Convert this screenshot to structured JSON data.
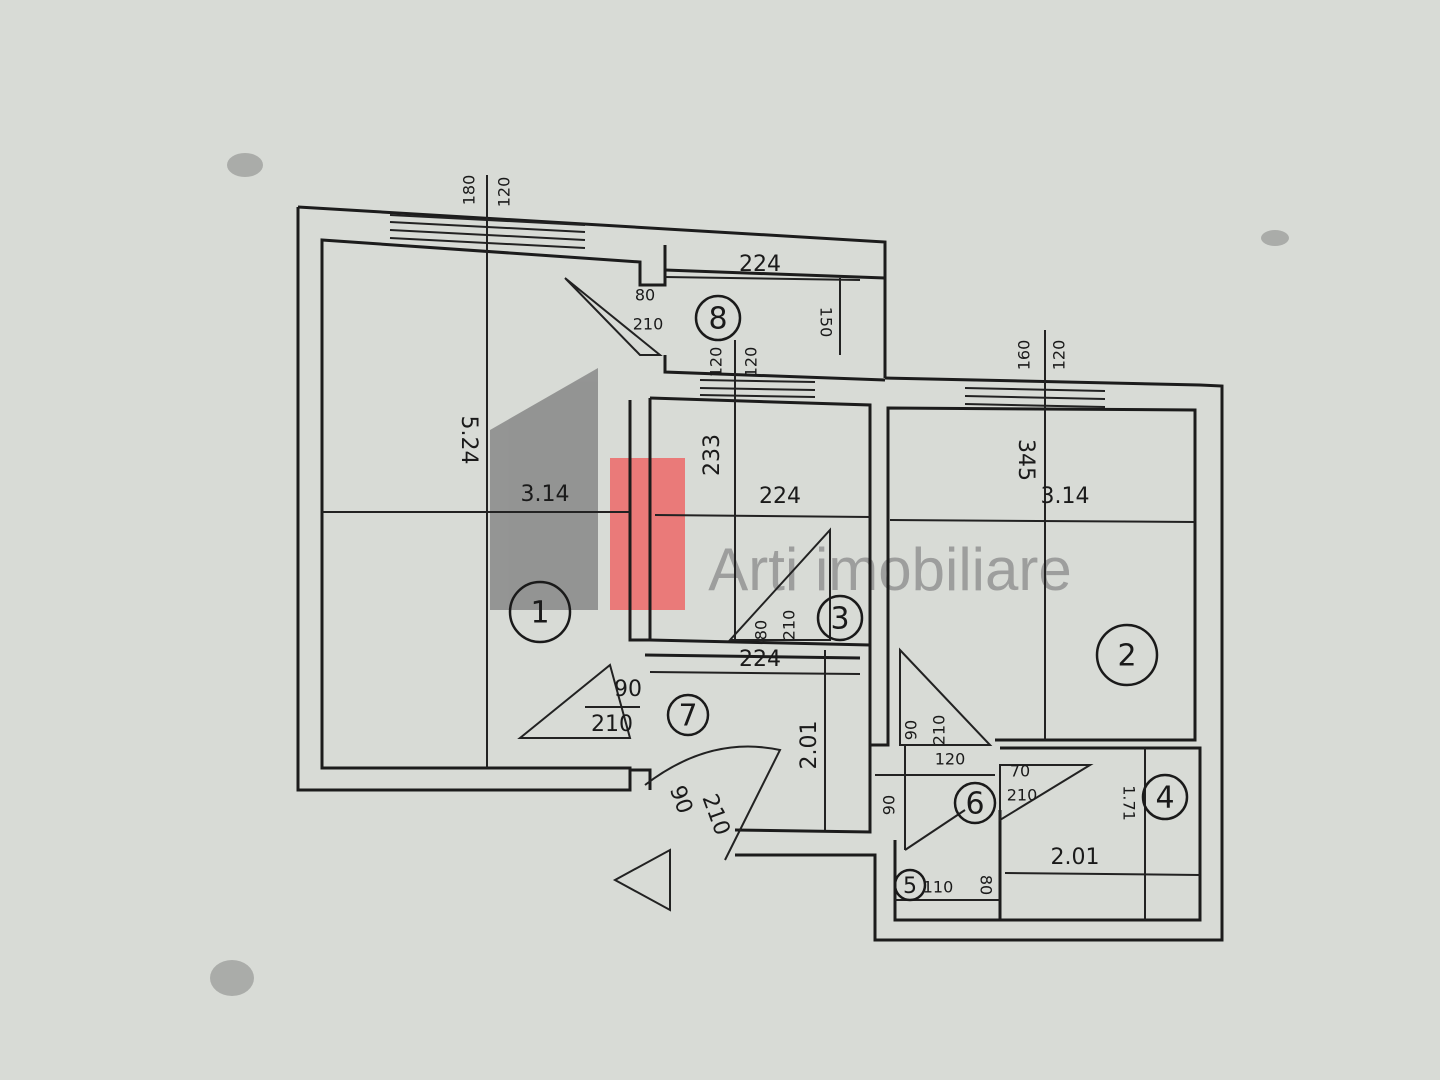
{
  "watermark": {
    "text": "Arti imobiliare",
    "gray": "#7d7d7d",
    "red": "#f05a5a"
  },
  "rooms": [
    {
      "number": "1",
      "width": "3.14",
      "length": "5.24"
    },
    {
      "number": "2",
      "width": "3.14",
      "length": "345"
    },
    {
      "number": "3",
      "width": "224",
      "length": "233"
    },
    {
      "number": "4",
      "width": "2.01",
      "length": "1.71"
    },
    {
      "number": "5",
      "width": "110",
      "length": "80"
    },
    {
      "number": "6",
      "width": "120",
      "length": "90"
    },
    {
      "number": "7",
      "width": "224",
      "length": "2.01"
    },
    {
      "number": "8",
      "width": "224",
      "length": "150"
    }
  ],
  "windows": [
    {
      "width": "180",
      "height": "120"
    },
    {
      "width": "120",
      "height": "120"
    },
    {
      "width": "160",
      "height": "120"
    }
  ],
  "doors": [
    {
      "width": "80",
      "height": "210"
    },
    {
      "width": "80",
      "height": "210"
    },
    {
      "width": "90",
      "height": "210"
    },
    {
      "width": "90",
      "height": "210"
    },
    {
      "width": "90",
      "height": "210"
    },
    {
      "width": "70",
      "height": "210"
    }
  ]
}
